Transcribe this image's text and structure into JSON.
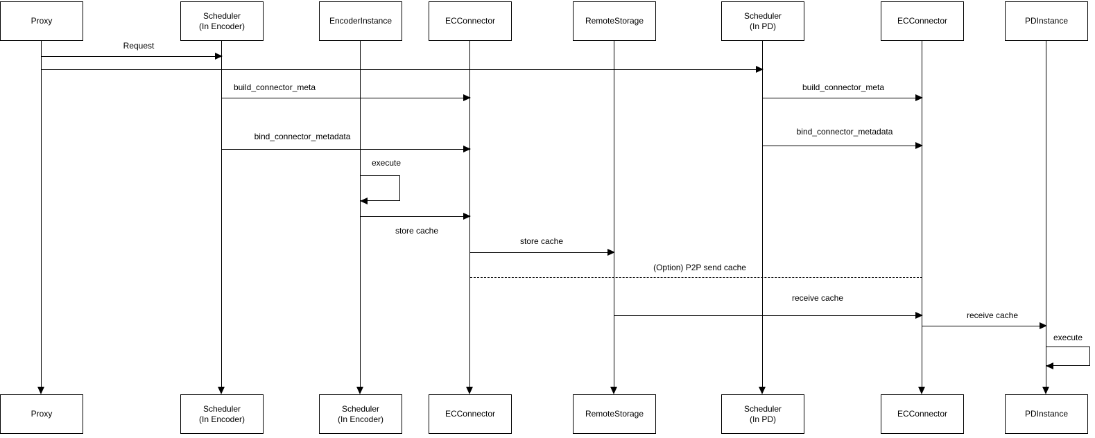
{
  "actors": {
    "top": [
      "Proxy",
      "Scheduler\n(In Encoder)",
      "EncoderInstance",
      "ECConnector",
      "RemoteStorage",
      "Scheduler\n(In PD)",
      "ECConnector",
      "PDInstance"
    ],
    "bottom": [
      "Proxy",
      "Scheduler\n(In Encoder)",
      "Scheduler\n(In Encoder)",
      "ECConnector",
      "RemoteStorage",
      "Scheduler\n(In PD)",
      "ECConnector",
      "PDInstance"
    ]
  },
  "messages": {
    "request": "Request",
    "build_connector_meta_encoder": "build_connector_meta",
    "build_connector_meta_pd": "build_connector_meta",
    "bind_connector_metadata_encoder": "bind_connector_metadata",
    "bind_connector_metadata_pd": "bind_connector_metadata",
    "execute_encoder": "execute",
    "store_cache_to_connector": "store cache",
    "store_cache_to_remote": "store cache",
    "p2p_send_cache": "(Option) P2P send cache",
    "receive_cache_to_connector": "receive cache",
    "receive_cache_to_pd": "receive cache",
    "execute_pd": "execute"
  },
  "colors": {
    "background": "#ffffff",
    "line": "#000000",
    "box_fill": "#ffffff",
    "box_border": "#000000",
    "text": "#000000"
  }
}
